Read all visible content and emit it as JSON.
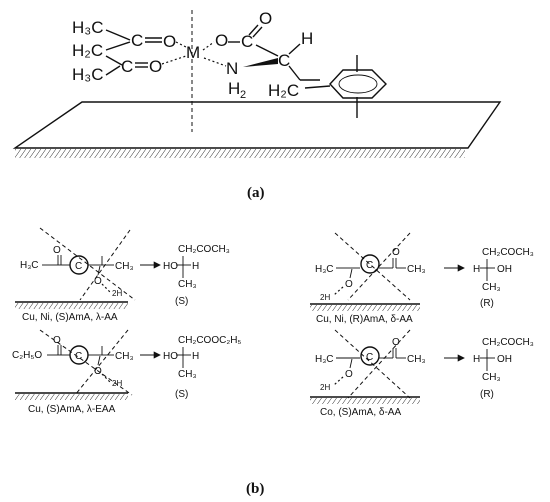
{
  "panel_a": {
    "caption": "(a)",
    "h3c_top": "H₃C",
    "h2c": "H₂C",
    "h3c_bottom": "H₃C",
    "c_top": "C",
    "o_top": "O",
    "c_bottom": "C",
    "o_bottom": "O",
    "metal": "M",
    "o_ester": "O",
    "c_carbonyl": "C",
    "o_carbonyl": "O",
    "alpha_c": "C",
    "h": "H",
    "n": "N",
    "h_n": "H",
    "nh2_sub": "2",
    "h2c_benzyl": "H₂C"
  },
  "panel_b": {
    "caption": "(b)",
    "schemes": [
      {
        "left_group": "H₃C",
        "o_label": "O",
        "right_group": "CH₃",
        "center": "C",
        "o_low": "O",
        "h2": "2H",
        "product_top": "CH₂COCH₃",
        "product_mid": "HO",
        "product_h": "H",
        "product_bottom": "CH₃",
        "config": "(S)",
        "label": "Cu, Ni, (S)AmA, λ-AA"
      },
      {
        "left_group": "C₂H₅O",
        "o_label": "O",
        "right_group": "CH₃",
        "center": "C",
        "o_low": "O",
        "h2": "2H",
        "product_top": "CH₂COOC₂H₅",
        "product_mid": "HO",
        "product_h": "H",
        "product_bottom": "CH₃",
        "config": "(S)",
        "label": "Cu, (S)AmA, λ-EAA"
      },
      {
        "left_group": "H₃C",
        "o_label": "O",
        "right_group": "CH₃",
        "center": "C",
        "o_low": "O",
        "h2": "2H",
        "product_top": "CH₂COCH₃",
        "product_mid": "OH",
        "product_h": "H",
        "product_bottom": "CH₃",
        "config": "(R)",
        "label": "Cu, Ni, (R)AmA, δ-AA"
      },
      {
        "left_group": "H₃C",
        "o_label": "O",
        "right_group": "CH₃",
        "center": "C",
        "o_low": "O",
        "h2": "2H",
        "product_top": "CH₂COCH₃",
        "product_mid": "OH",
        "product_h": "H",
        "product_bottom": "CH₃",
        "config": "(R)",
        "label": "Co, (S)AmA, δ-AA"
      }
    ]
  }
}
